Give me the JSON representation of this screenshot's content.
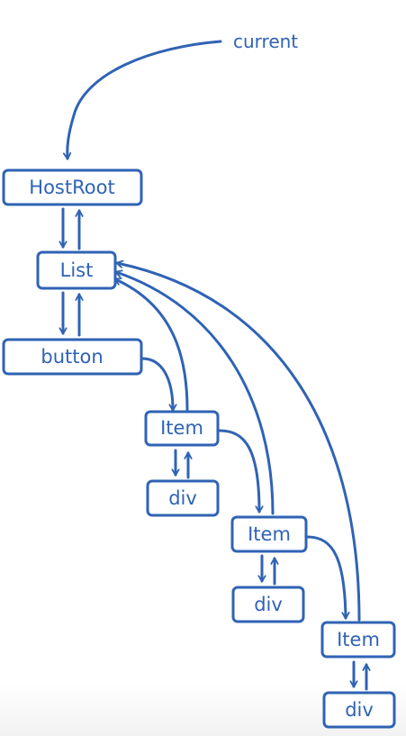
{
  "pointer": {
    "label": "current"
  },
  "nodes": [
    {
      "id": "hostroot",
      "label": "HostRoot"
    },
    {
      "id": "list",
      "label": "List"
    },
    {
      "id": "button",
      "label": "button"
    },
    {
      "id": "item1",
      "label": "Item"
    },
    {
      "id": "div1",
      "label": "div"
    },
    {
      "id": "item2",
      "label": "Item"
    },
    {
      "id": "div2",
      "label": "div"
    },
    {
      "id": "item3",
      "label": "Item"
    },
    {
      "id": "div3",
      "label": "div"
    }
  ],
  "colors": {
    "ink": "#2f63b4",
    "background": "#ffffff"
  }
}
